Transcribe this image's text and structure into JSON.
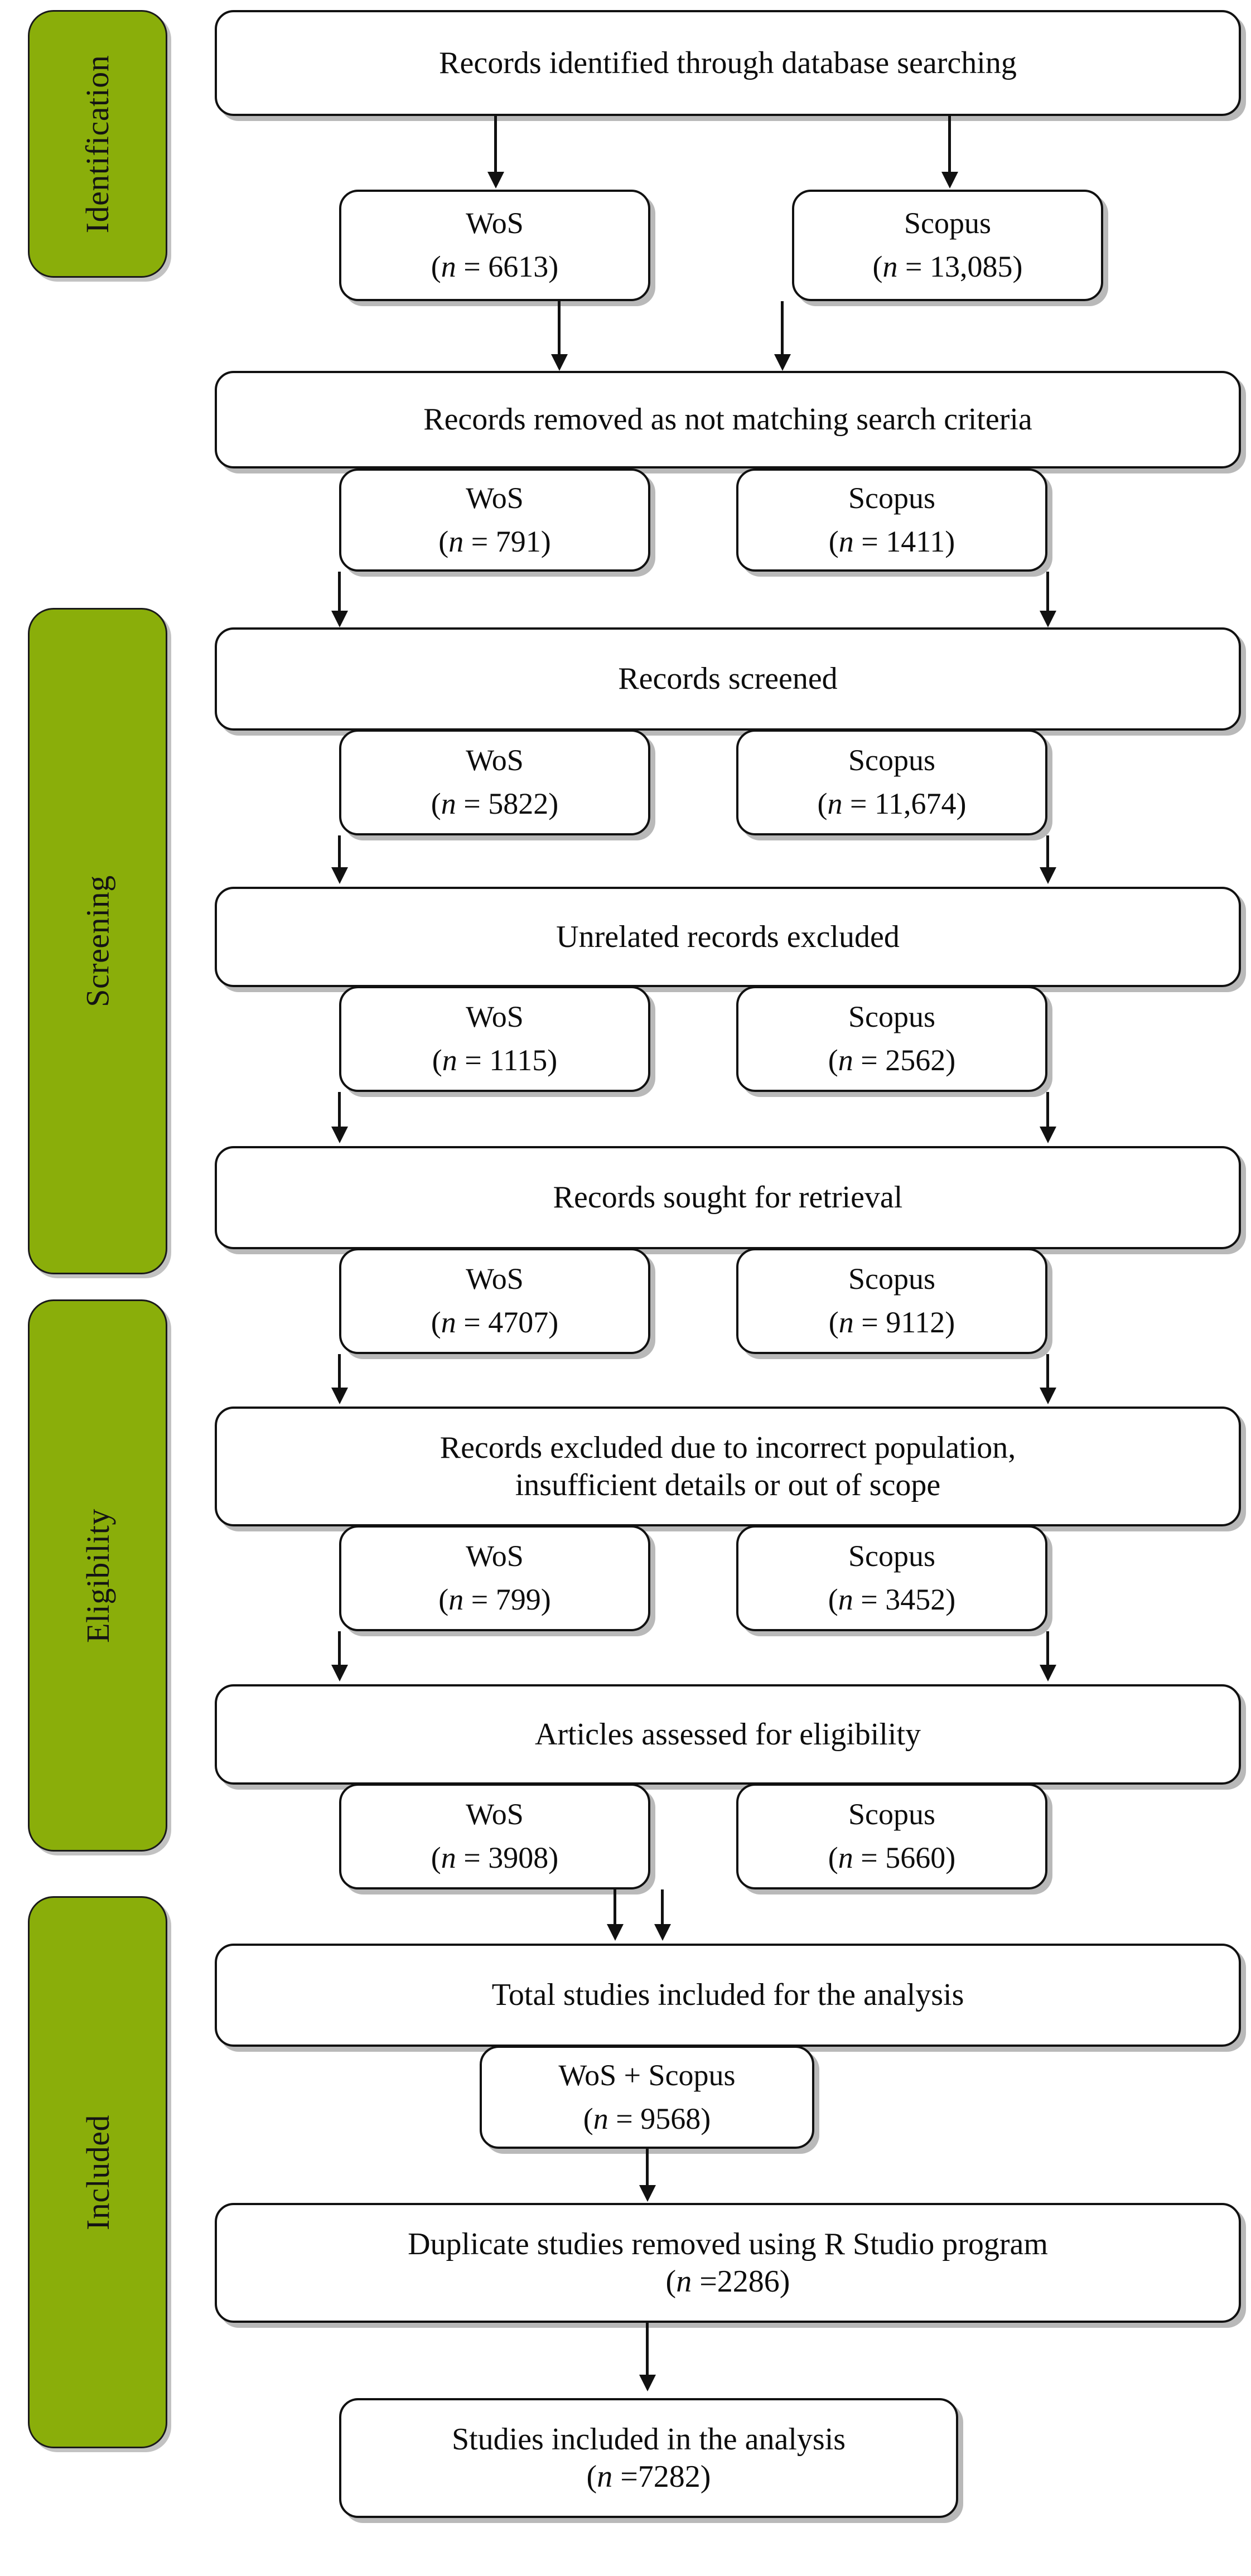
{
  "diagram": {
    "title": "PRISMA flow diagram",
    "accent_color": "#8AAE0A",
    "box_border_color": "#111111",
    "stages": [
      {
        "id": "identification",
        "label": "Identification"
      },
      {
        "id": "screening",
        "label": "Screening"
      },
      {
        "id": "eligibility",
        "label": "Eligibility"
      },
      {
        "id": "included",
        "label": "Included"
      }
    ],
    "steps": [
      {
        "id": "records-identified",
        "text": "Records identified through database searching",
        "children": [
          {
            "source": "WoS",
            "count": "(n = 6613)"
          },
          {
            "source": "Scopus",
            "count": "(n = 13,085)"
          }
        ]
      },
      {
        "id": "records-removed",
        "text": "Records removed as not matching search criteria",
        "children": [
          {
            "source": "WoS",
            "count": "(n = 791)"
          },
          {
            "source": "Scopus",
            "count": "(n = 1411)"
          }
        ]
      },
      {
        "id": "records-screened",
        "text": "Records screened",
        "children": [
          {
            "source": "WoS",
            "count": "(n = 5822)"
          },
          {
            "source": "Scopus",
            "count": "(n = 11,674)"
          }
        ]
      },
      {
        "id": "unrelated-excluded",
        "text": "Unrelated records excluded",
        "children": [
          {
            "source": "WoS",
            "count": "(n = 1115)"
          },
          {
            "source": "Scopus",
            "count": "(n = 2562)"
          }
        ]
      },
      {
        "id": "sought-retrieval",
        "text": "Records sought for retrieval",
        "children": [
          {
            "source": "WoS",
            "count": "(n = 4707)"
          },
          {
            "source": "Scopus",
            "count": "(n = 9112)"
          }
        ]
      },
      {
        "id": "excluded-population",
        "text_line1": "Records excluded due to incorrect population,",
        "text_line2": "insufficient details  or out of scope",
        "children": [
          {
            "source": "WoS",
            "count": "(n = 799)"
          },
          {
            "source": "Scopus",
            "count": "(n = 3452)"
          }
        ]
      },
      {
        "id": "assessed-eligibility",
        "text": "Articles assessed for eligibility",
        "children": [
          {
            "source": "WoS",
            "count": "(n = 3908)"
          },
          {
            "source": "Scopus",
            "count": "(n = 5660)"
          }
        ]
      },
      {
        "id": "total-included",
        "text": "Total studies included  for the analysis",
        "children": [
          {
            "source": "WoS + Scopus",
            "count": "(n = 9568)"
          }
        ]
      },
      {
        "id": "duplicates-removed",
        "text": "Duplicate studies removed using R Studio program",
        "count": "(n =2286)"
      },
      {
        "id": "studies-included",
        "text": "Studies included in the analysis",
        "count": "(n =7282)"
      }
    ]
  }
}
